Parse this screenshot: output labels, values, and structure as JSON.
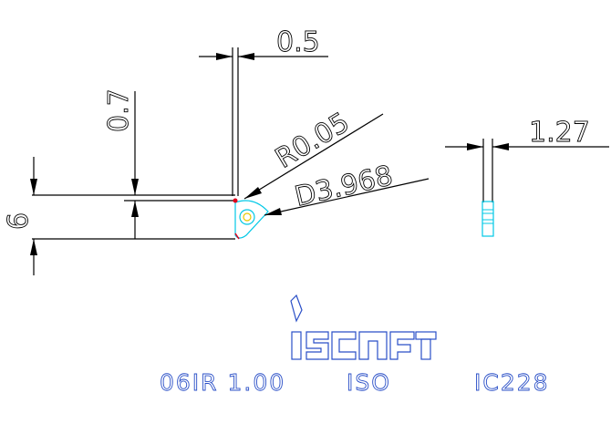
{
  "dimensions": {
    "width_tolerance": "0.5",
    "height": "0.7",
    "thread_depth": "6",
    "corner_radius": "R0.05",
    "diameter": "D3.968",
    "insert_thickness": "1.27"
  },
  "brand": {
    "logo_text": "iscar"
  },
  "footer": {
    "designation": "06IR 1.00",
    "standard": "ISO",
    "grade": "IC228"
  },
  "colors": {
    "lines": "#000000",
    "insert": "#00c8e6",
    "blue_text": "#2a4fc7",
    "logo": "#2a4fc7",
    "tip": "#e0001b"
  }
}
